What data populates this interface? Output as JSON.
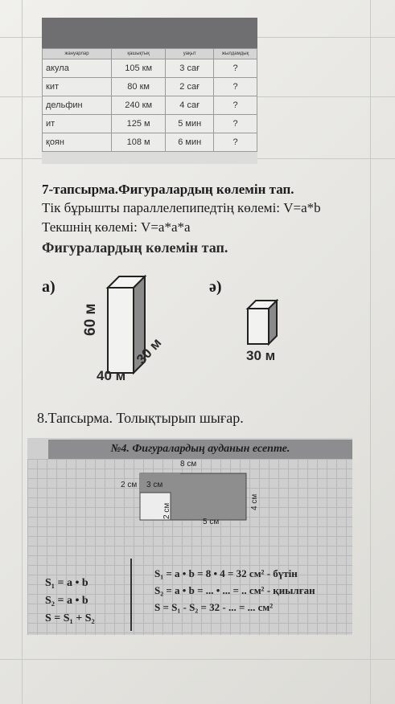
{
  "table": {
    "headers": [
      "жануарлар",
      "қашықтық",
      "уақыт",
      "жылдамдық"
    ],
    "rows": [
      [
        "акула",
        "105 км",
        "3 сағ",
        "?"
      ],
      [
        "кит",
        "80 км",
        "2 сағ",
        "?"
      ],
      [
        "дельфин",
        "240 км",
        "4 сағ",
        "?"
      ],
      [
        "ит",
        "125 м",
        "5 мин",
        "?"
      ],
      [
        "қоян",
        "108 м",
        "6 мин",
        "?"
      ]
    ]
  },
  "task7": {
    "title": "7-тапсырма.Фигуралардың көлемін тап.",
    "formula_box": "Тік бұрышты параллелепипедтің көлемі:  V=a*b",
    "formula_cube": "Текшнің көлемі:  V=a*a*a",
    "subtitle": "Фигуралардың көлемін тап.",
    "label_a": "а)",
    "label_b": "ә)",
    "box_height": "60 м",
    "box_width": "40 м",
    "box_depth": "30 м",
    "cube_side": "30 м"
  },
  "task8": {
    "title": "8.Тапсырма. Толықтырып шығар.",
    "card_title": "№4. Фигуралардың ауданын есепте.",
    "dim_top": "8 см",
    "dim_2": "2 см",
    "dim_3": "3 см",
    "dim_2v": "2 см",
    "dim_4": "4 см",
    "dim_5": "5 см",
    "left_formulas": [
      "S₁ = a • b",
      "S₂ = a • b",
      "S = S₁ + S₂"
    ],
    "right_formulas": [
      "S₁ = a • b = 8 • 4 = 32 см² - бүтін",
      "S₂ = a • b = ... • ... = .. см² - қиылған",
      "S = S₁ - S₂ = 32 - ... = ... см²"
    ]
  }
}
